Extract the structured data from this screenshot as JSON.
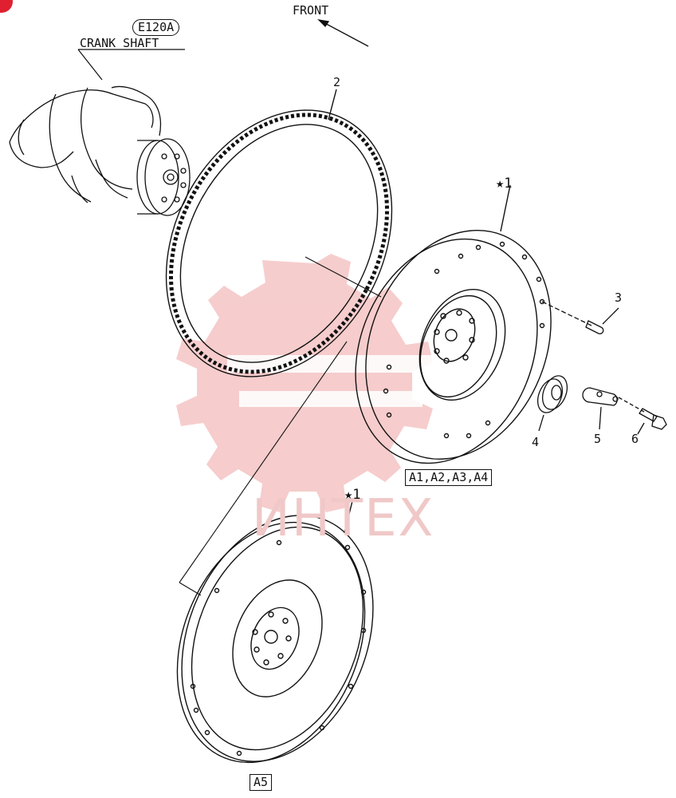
{
  "header": {
    "front_label": "FRONT"
  },
  "assembly": {
    "code": "E120A",
    "name": "CRANK SHAFT"
  },
  "callouts": [
    {
      "id": "c2",
      "text": "2"
    },
    {
      "id": "c1a",
      "text": "★1"
    },
    {
      "id": "c3",
      "text": "3"
    },
    {
      "id": "c4",
      "text": "4"
    },
    {
      "id": "c5",
      "text": "5"
    },
    {
      "id": "c6",
      "text": "6"
    },
    {
      "id": "c1b",
      "text": "★1"
    }
  ],
  "variants": {
    "upper": "A1,A2,A3,A4",
    "lower": "A5"
  },
  "watermark": {
    "text": "ИНТЕХ",
    "color": "#f0c8c8"
  },
  "colors": {
    "ink": "#111111",
    "watermark_red": "#f3b9b9"
  },
  "icons": {
    "gear_watermark": "gear-logo-icon",
    "arrow": "front-arrow-icon"
  }
}
